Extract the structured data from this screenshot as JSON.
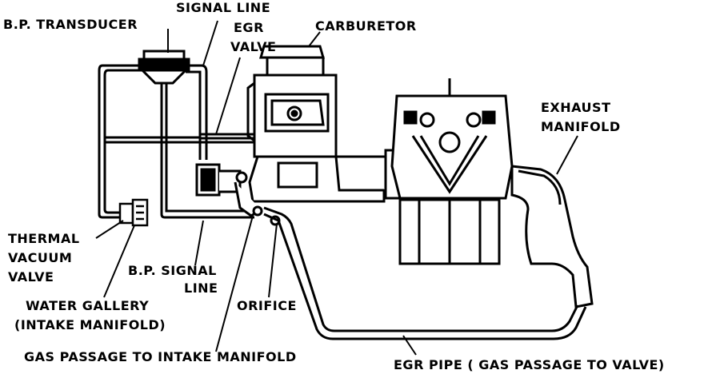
{
  "labels": {
    "bp_transducer": "B.P. TRANSDUCER",
    "signal_line_top": "SIGNAL LINE",
    "egr_valve_1": "EGR",
    "egr_valve_2": "VALVE",
    "carburetor": "CARBURETOR",
    "exhaust_manifold_1": "EXHAUST",
    "exhaust_manifold_2": "MANIFOLD",
    "thermal_vacuum_valve_1": "THERMAL",
    "thermal_vacuum_valve_2": "VACUUM",
    "thermal_vacuum_valve_3": "VALVE",
    "bp_signal_line_1": "B.P. SIGNAL",
    "bp_signal_line_2": "LINE",
    "water_gallery_1": "WATER GALLERY",
    "water_gallery_2": "(INTAKE MANIFOLD)",
    "orifice": "ORIFICE",
    "gas_passage": "GAS PASSAGE TO INTAKE MANIFOLD",
    "egr_pipe": "EGR PIPE ( GAS PASSAGE TO VALVE)"
  },
  "colors": {
    "ink": "#000000",
    "paper": "#ffffff"
  }
}
